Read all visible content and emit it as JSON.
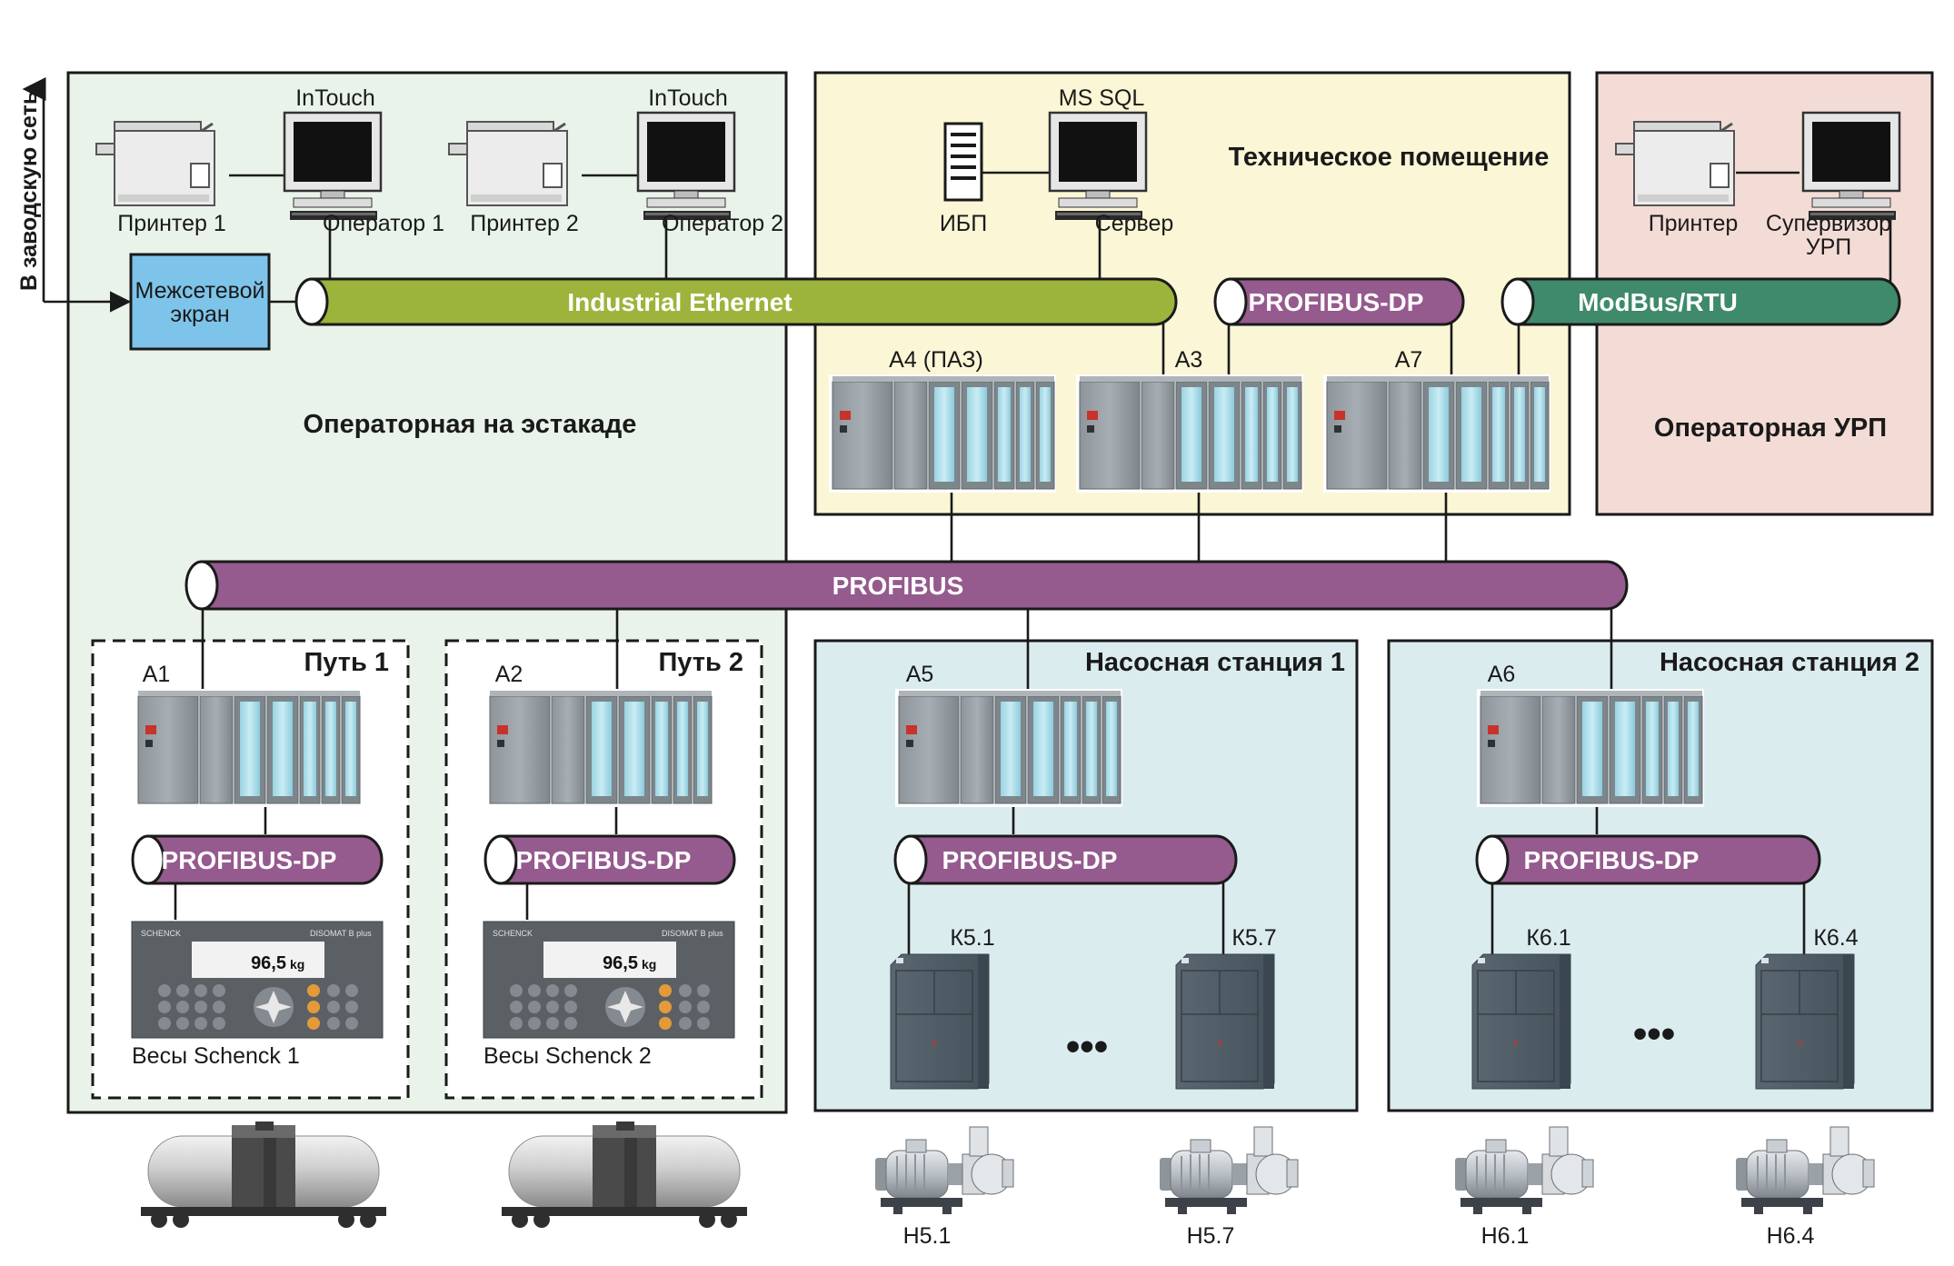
{
  "outside": {
    "uplink_label": "В заводскую сеть"
  },
  "zones": {
    "operator_room": {
      "title": "Операторная на эстакаде",
      "fill": "#eaf3ea"
    },
    "tech_room": {
      "title": "Техническое помещение",
      "fill": "#fbf6d6"
    },
    "urp_room": {
      "title": "Операторная УРП",
      "fill": "#f4dcd6"
    },
    "path1": {
      "title": "Путь 1"
    },
    "path2": {
      "title": "Путь 2"
    },
    "pump1": {
      "title": "Насосная станция 1",
      "fill": "#dbecef"
    },
    "pump2": {
      "title": "Насосная станция 2",
      "fill": "#dbecef"
    }
  },
  "devices": {
    "printer1_label": "Принтер 1",
    "printer2_label": "Принтер 2",
    "printer_urp_label": "Принтер",
    "intouch1_title": "InTouch",
    "intouch2_title": "InTouch",
    "operator1_label": "Оператор 1",
    "operator2_label": "Оператор 2",
    "mssql_title": "MS SQL",
    "server_label": "Сервер",
    "ups_label": "ИБП",
    "supervisor_label_1": "Супервизор",
    "supervisor_label_2": "УРП",
    "firewall_label_1": "Межсетевой",
    "firewall_label_2": "экран"
  },
  "buses": {
    "ethernet": {
      "label": "Industrial Ethernet",
      "color": "#9cb43c"
    },
    "profibus_dp_tech": {
      "label": "PROFIBUS-DP",
      "color": "#955a8e"
    },
    "modbus": {
      "label": "ModBus/RTU",
      "color": "#3e8a6b"
    },
    "profibus_main": {
      "label": "PROFIBUS",
      "color": "#955a8e"
    },
    "profibus_dp_1": {
      "label": "PROFIBUS-DP"
    },
    "profibus_dp_2": {
      "label": "PROFIBUS-DP"
    },
    "profibus_dp_3": {
      "label": "PROFIBUS-DP"
    },
    "profibus_dp_4": {
      "label": "PROFIBUS-DP"
    }
  },
  "plcs": {
    "a4": "А4 (ПАЗ)",
    "a3": "А3",
    "a7": "А7",
    "a1": "А1",
    "a2": "А2",
    "a5": "А5",
    "a6": "А6"
  },
  "scales": {
    "scale1_label": "Весы Schenck 1",
    "scale2_label": "Весы Schenck 2",
    "brand": "SCHENCK",
    "model": "DISOMAT B plus",
    "reading": "96,5",
    "unit": "kg"
  },
  "cabinets": {
    "k51": "К5.1",
    "k57": "К5.7",
    "k61": "К6.1",
    "k64": "К6.4",
    "ellipsis": "•••"
  },
  "pumps": {
    "h51": "Н5.1",
    "h57": "Н5.7",
    "h61": "Н6.1",
    "h64": "Н6.4"
  },
  "icons": [
    "printer-icon",
    "monitor-icon",
    "ups-icon",
    "plc-icon",
    "scale-terminal-icon",
    "cabinet-icon",
    "pump-icon",
    "tank-car-icon"
  ]
}
